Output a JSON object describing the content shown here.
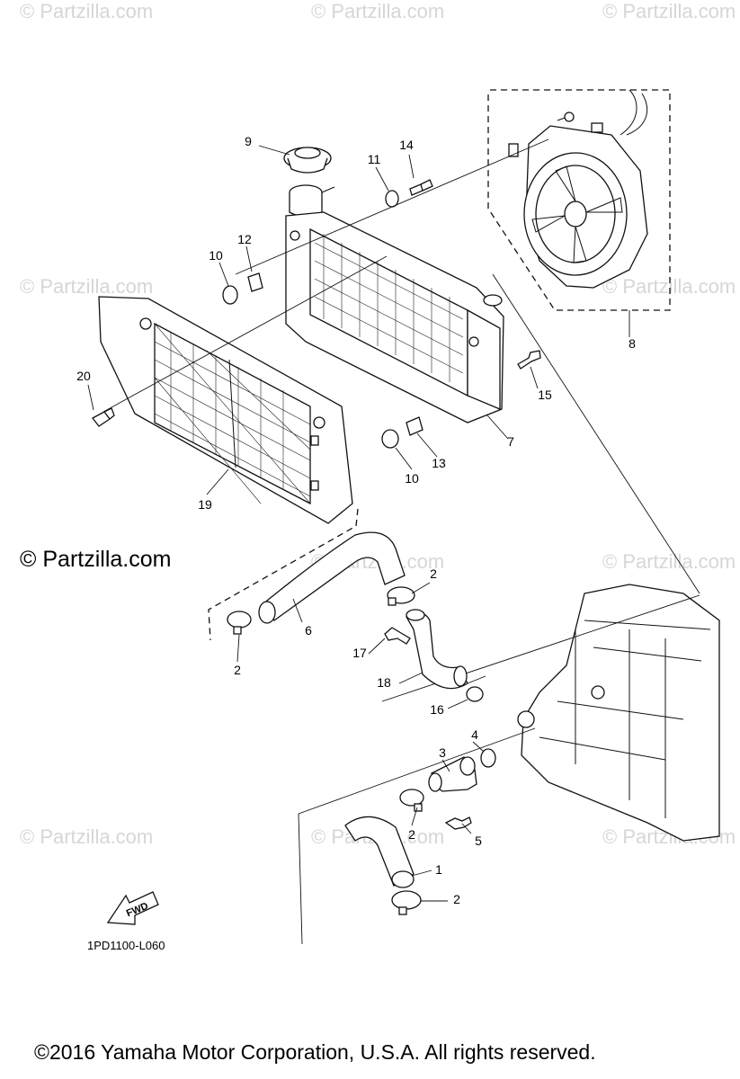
{
  "watermark_text": "© Partzilla.com",
  "brand_label": "© Partzilla.com",
  "drawing_code": "1PD1100-L060",
  "fwd_label": "FWD",
  "copyright": "©2016  Yamaha Motor Corporation, U.S.A. All rights reserved.",
  "callouts": {
    "c9": "9",
    "c14": "14",
    "c11": "11",
    "c12": "12",
    "c10a": "10",
    "c20": "20",
    "c19": "19",
    "c8": "8",
    "c15": "15",
    "c7": "7",
    "c13": "13",
    "c10b": "10",
    "c2a": "2",
    "c6": "6",
    "c2b": "2",
    "c17": "17",
    "c18": "18",
    "c16": "16",
    "c4": "4",
    "c3": "3",
    "c2c": "2",
    "c5": "5",
    "c1": "1",
    "c2d": "2"
  },
  "colors": {
    "line": "#111111",
    "watermark": "#d6d6d6",
    "background": "#ffffff"
  }
}
